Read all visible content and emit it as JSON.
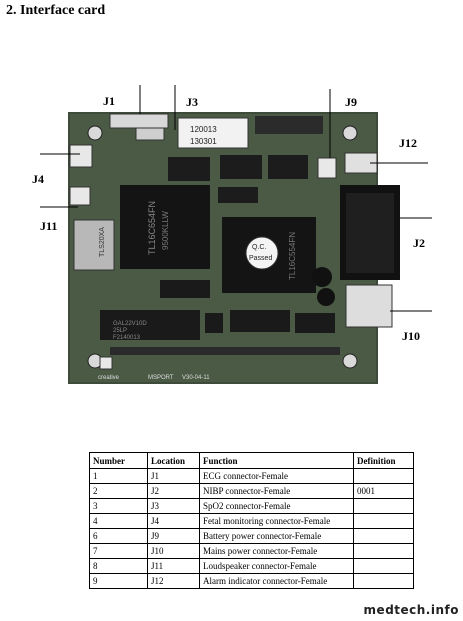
{
  "heading": "2. Interface card",
  "labels": {
    "j1": "J1",
    "j3": "J3",
    "j9": "J9",
    "j12": "J12",
    "j4": "J4",
    "j11": "J11",
    "j2": "J2",
    "j10": "J10"
  },
  "board_text": {
    "chip_main": "TL16C654FN",
    "chip_main_2": "9500KLLW",
    "chip_right": "TL16C554FN",
    "sticker_line1": "Q.C.",
    "sticker_line2": "Passed",
    "crystal": "TLS20XA",
    "label_top": "120013",
    "label_top_2": "130301",
    "gal": "GAL22V10D",
    "gal_2": "25LP",
    "gal_3": "F2140013",
    "footer": "creative",
    "footer_2": "MSPORT",
    "footer_3": "V30-04-11"
  },
  "table": {
    "headers": [
      "Number",
      "Location",
      "Function",
      "Definition"
    ],
    "rows": [
      [
        "1",
        "J1",
        "ECG connector-Female",
        ""
      ],
      [
        "2",
        "J2",
        "NIBP connector-Female",
        "0001"
      ],
      [
        "3",
        "J3",
        "SpO2 connector-Female",
        ""
      ],
      [
        "4",
        "J4",
        "Fetal monitoring connector-Female",
        ""
      ],
      [
        "6",
        "J9",
        "Battery power connector-Female",
        ""
      ],
      [
        "7",
        "J10",
        "Mains power connector-Female",
        ""
      ],
      [
        "8",
        "J11",
        "Loudspeaker connector-Female",
        ""
      ],
      [
        "9",
        "J12",
        "Alarm indicator connector-Female",
        ""
      ]
    ]
  },
  "watermark": "medtech.info"
}
